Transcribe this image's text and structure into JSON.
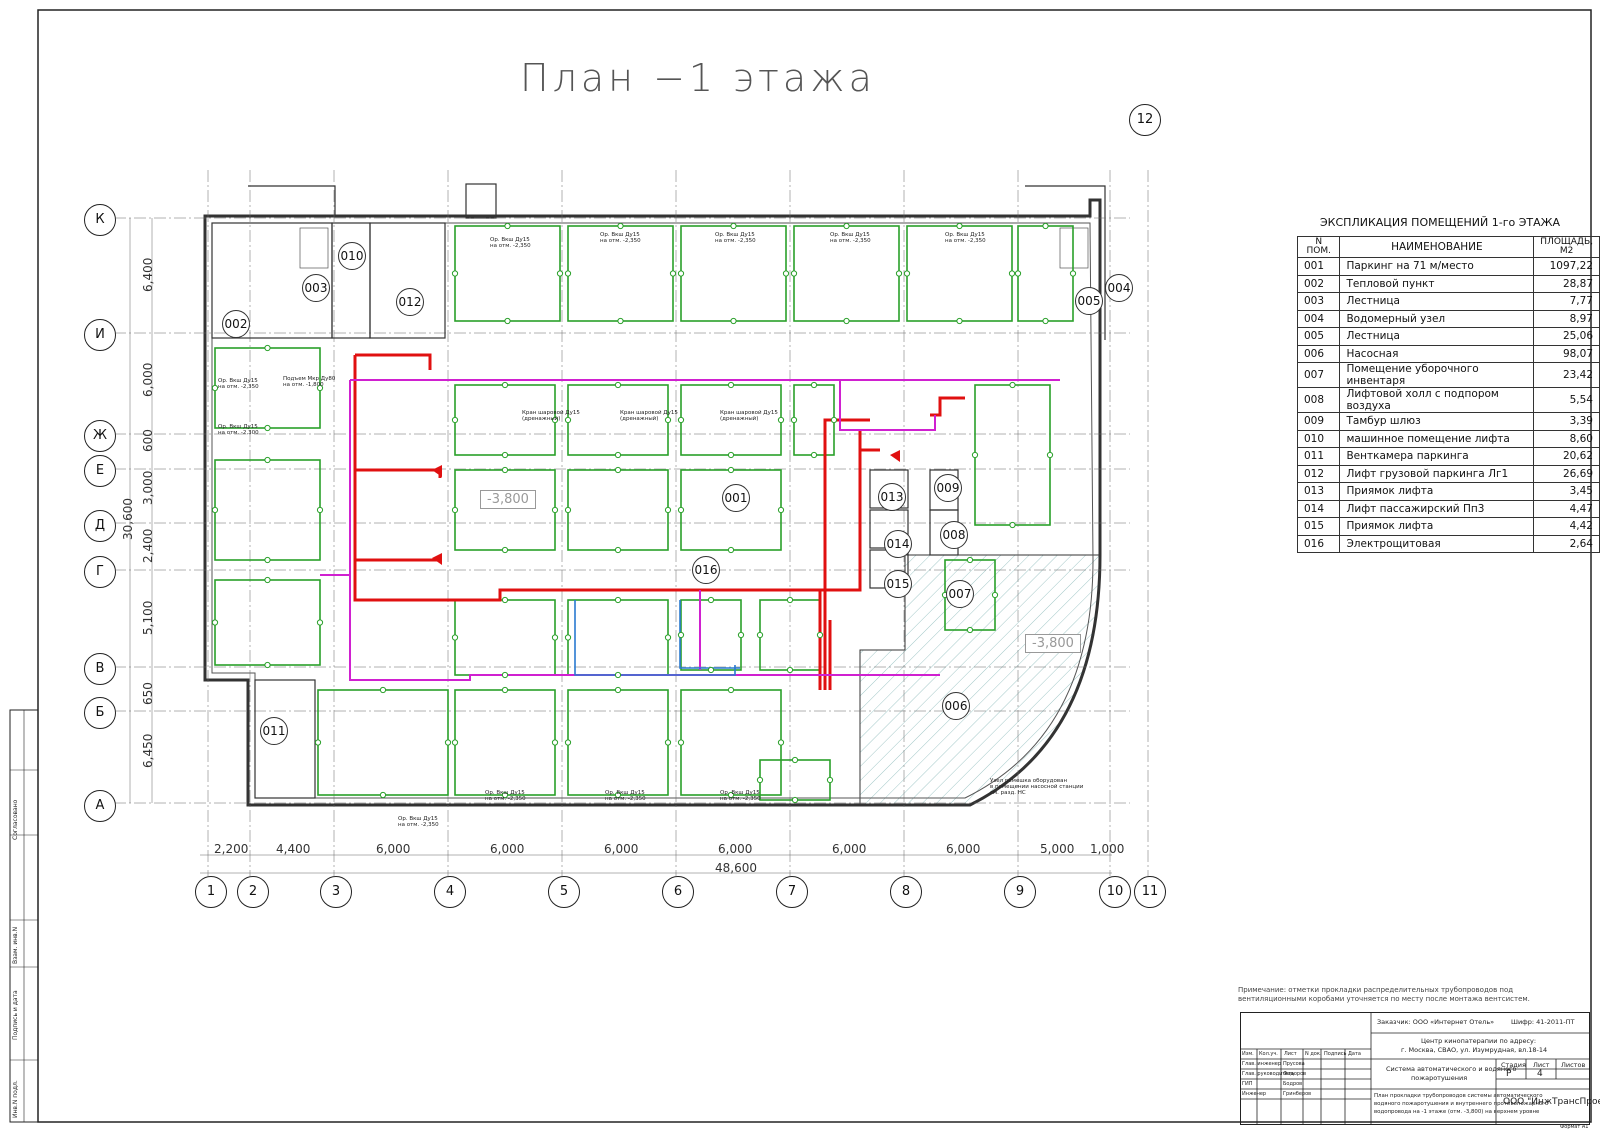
{
  "drawing": {
    "title": "План  −1 этажа",
    "axes_rows": [
      "К",
      "И",
      "Ж",
      "Е",
      "Д",
      "Г",
      "В",
      "Б",
      "А"
    ],
    "axes_cols": [
      "1",
      "2",
      "3",
      "4",
      "5",
      "6",
      "7",
      "8",
      "9",
      "10",
      "11"
    ],
    "axis_extra": "12",
    "dims_bottom": [
      "2,200",
      "4,400",
      "6,000",
      "6,000",
      "6,000",
      "6,000",
      "6,000",
      "6,000",
      "5,000",
      "1,000"
    ],
    "dim_total_bottom": "48,600",
    "dims_left": [
      "6,400",
      "6,000",
      "600",
      "3,000",
      "2,400",
      "5,100",
      "650",
      "6,450"
    ],
    "dim_total_left": "30,600",
    "rooms": [
      "001",
      "002",
      "003",
      "004",
      "005",
      "006",
      "007",
      "008",
      "009",
      "010",
      "011",
      "012",
      "013",
      "014",
      "015",
      "016"
    ],
    "levels": [
      "-3,800",
      "-3,800"
    ],
    "labels": {
      "sprinkler_a": "Ор. Вкш Ду15",
      "sprinkler_b": "на отм. -2,350",
      "sprinkler_c": "на отм. -2,300",
      "pipe_a": "Подъем Мкр Ду80",
      "pipe_b": "на отм. -1,800",
      "valve_a": "Кран шаровой Ду15",
      "valve_b": "(дренажный)",
      "ramp_note": "Узел ремешка оборудован",
      "ramp_note2": "в помещении насосной станции",
      "ramp_note3": "см. разд. НС"
    }
  },
  "explication": {
    "title": "ЭКСПЛИКАЦИЯ ПОМЕЩЕНИЙ 1-го ЭТАЖА",
    "col_num": "N ПОМ.",
    "col_name": "НАИМЕНОВАНИЕ",
    "col_area": "ПЛОЩАДЬ, М2",
    "rows": [
      {
        "n": "001",
        "name": "Паркинг на 71 м/место",
        "area": "1097,22"
      },
      {
        "n": "002",
        "name": "Тепловой пункт",
        "area": "28,87"
      },
      {
        "n": "003",
        "name": "Лестница",
        "area": "7,77"
      },
      {
        "n": "004",
        "name": "Водомерный узел",
        "area": "8,97"
      },
      {
        "n": "005",
        "name": "Лестница",
        "area": "25,06"
      },
      {
        "n": "006",
        "name": "Насосная",
        "area": "98,07"
      },
      {
        "n": "007",
        "name": "Помещение уборочного инвентаря",
        "area": "23,42"
      },
      {
        "n": "008",
        "name": "Лифтовой холл с подпором воздуха",
        "area": "5,54"
      },
      {
        "n": "009",
        "name": "Тамбур шлюз",
        "area": "3,39"
      },
      {
        "n": "010",
        "name": "машинное помещение лифта",
        "area": "8,60"
      },
      {
        "n": "011",
        "name": "Венткамера паркинга",
        "area": "20,62"
      },
      {
        "n": "012",
        "name": "Лифт грузовой паркинга Лг1",
        "area": "26,69"
      },
      {
        "n": "013",
        "name": "Приямок лифта",
        "area": "3,45"
      },
      {
        "n": "014",
        "name": "Лифт пассажирский Пп3",
        "area": "4,47"
      },
      {
        "n": "015",
        "name": "Приямок лифта",
        "area": "4,42"
      },
      {
        "n": "016",
        "name": "Электрощитовая",
        "area": "2,64"
      }
    ]
  },
  "note": "Примечание: отметки прокладки распределительных трубопроводов под вентиляционными коробами уточняется по месту после монтажа вентсистем.",
  "stamp": {
    "customer": "Заказчик: ООО «Интернет Отель»",
    "code": "Шифр: 41-2011-ПТ",
    "address1": "Центр кинопатерапии по адресу:",
    "address2": "г. Москва, СВАО, ул. Изумрудная, вл.18-14",
    "system1": "Система автоматического и водяного",
    "system2": "пожаротушения",
    "sheet_desc1": "План прокладки трубопроводов системы автоматического",
    "sheet_desc2": "водяного пожаротушения и внутреннего противопожарного",
    "sheet_desc3": "водопровода на -1 этаже (отм. -3,800) на верхнем уровне",
    "stage_label": "Стадия",
    "sheet_label": "Лист",
    "sheets_label": "Листов",
    "stage": "Р",
    "sheet": "4",
    "company": "ООО \"ИнжТрансПроект\"",
    "format": "Формат А1",
    "cols": [
      "Изм.",
      "Кол.уч.",
      "Лист",
      "N док.",
      "Подпись",
      "Дата"
    ],
    "roles": [
      "Глав. инженер",
      "Глав. руководитель",
      "ГИП",
      "Инженер"
    ],
    "names": [
      "Прусова",
      "Федоров",
      "Бодров",
      "Гринберов"
    ]
  },
  "side_stamp": {
    "items": [
      "Согласовано",
      "Взам. инв.N",
      "Подпись и дата",
      "Инв.N подл."
    ]
  },
  "colors": {
    "wall": "#333333",
    "pipe_main": "#e01010",
    "pipe_dist": "#d020d0",
    "pipe_branch": "#2aa02a",
    "pipe_blue": "#2a7ad0",
    "hatch": "#7ab0b0"
  }
}
